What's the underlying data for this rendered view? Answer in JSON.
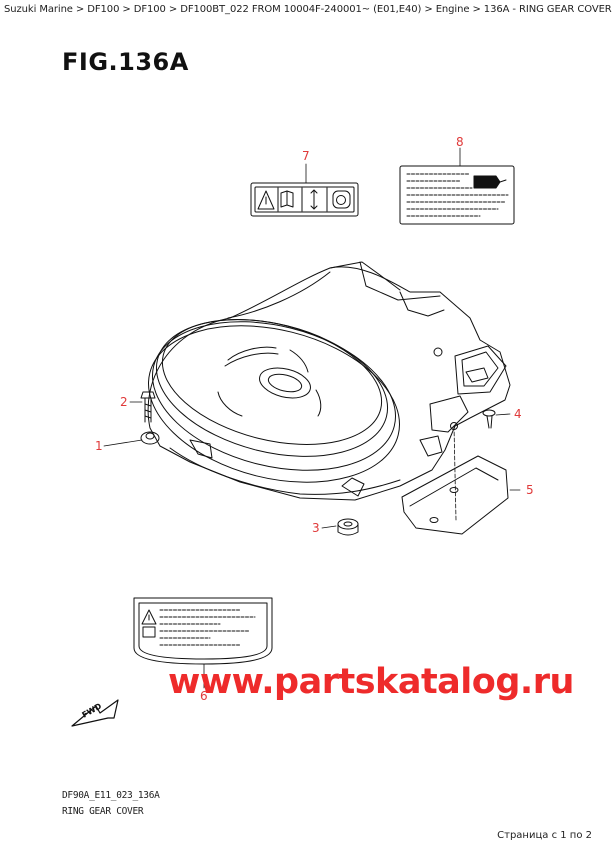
{
  "breadcrumb": "Suzuki Marine > DF100 > DF100 > DF100BT_022 FROM 10004F-240001~ (E01,E40) > Engine > 136A - RING GEAR COVER",
  "figure": {
    "title": "FIG.136A"
  },
  "callouts": {
    "c1": "1",
    "c2": "2",
    "c3": "3",
    "c4": "4",
    "c5": "5",
    "c6": "6",
    "c7": "7",
    "c8": "8"
  },
  "fwd_label": "FWD",
  "watermark": "www.partskatalog.ru",
  "drawing_code": "DF90A_E11_023_136A",
  "caption": "RING GEAR COVER",
  "pager": "Страница с 1 по 2",
  "colors": {
    "callout": "#e03a3a",
    "watermark": "#ee2b2b",
    "line": "#111111"
  }
}
